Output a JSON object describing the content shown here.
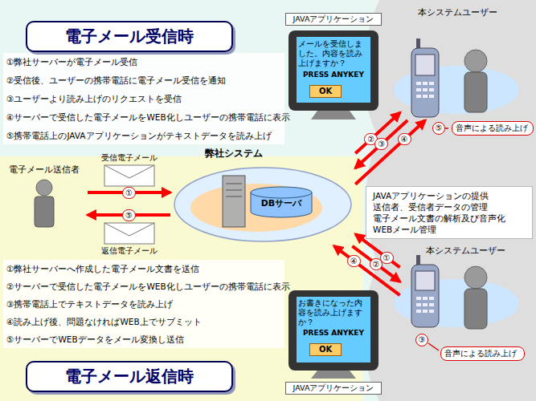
{
  "diagram": {
    "nodes": [
      {
        "text": [
          "電子メール受信時"
        ]
      },
      {
        "text": [
          "JAVAアプリケーション",
          "メールを受信しました。内容を読み上げますか？",
          "PRESS ANYKEY"
        ]
      },
      {
        "text": [
          "OK"
        ],
        "in": 1
      },
      {
        "text": [
          "本システムユーザー"
        ]
      },
      {
        "text": [
          "音声による読み上げ"
        ]
      },
      {
        "text": [
          "電子メール送信者"
        ]
      },
      {
        "text": [
          "受信電子メール"
        ]
      },
      {
        "text": [
          "弊社システム"
        ]
      },
      {
        "text": [
          "DBサーバ"
        ],
        "in": 7
      },
      {
        "text": [
          "JAVAアプリケーションの提供",
          "送信者、受信者データの管理",
          "電子メール文書の解析及び音声化",
          "WEBメール管理"
        ]
      },
      {
        "text": [
          "返信電子メール"
        ]
      },
      {
        "text": [
          "本システムユーザー"
        ]
      },
      {
        "text": [
          "お書きになった内容を読み上げますか？",
          "PRESS ANYKEY",
          "JAVAアプリケーション"
        ]
      },
      {
        "text": [
          "OK"
        ],
        "in": 12
      },
      {
        "text": [
          "音声による読み上げ"
        ]
      },
      {
        "text": [
          "電子メール返信時"
        ]
      }
    ],
    "edges": [
      {
        "from": 5,
        "to": 7,
        "label": "①",
        "arrow": "to"
      },
      {
        "from": 7,
        "to": 5,
        "label": "⑤",
        "arrow": "to"
      },
      {
        "from": 7,
        "to": 3,
        "label": "②",
        "arrow": "to"
      },
      {
        "from": 3,
        "to": 7,
        "label": "③",
        "arrow": "to"
      },
      {
        "from": 7,
        "to": 3,
        "label": "④",
        "arrow": "to"
      },
      {
        "from": 11,
        "to": 7,
        "label": "①",
        "arrow": "to"
      },
      {
        "from": 7,
        "to": 11,
        "label": "②",
        "arrow": "to"
      },
      {
        "from": 11,
        "to": 7,
        "label": "④",
        "arrow": "to"
      }
    ],
    "labels": [
      "①弊社サーバーが電子メール受信",
      "②受信後、ユーザーの携帯電話に電子メール受信を通知",
      "③ユーザーより読み上げのリクエストを受信",
      "④サーバーで受信した電子メールをWEB化しユーザーの携帯電話に表示",
      "⑤携帯電話上のJAVAアプリケーションがテキストデータを読み上げ",
      "⑤",
      "③",
      "①弊社サーバーへ作成した電子メール文書を送信",
      "②サーバーで受信した電子メールをWEB化しユーザーの携帯電話に表示",
      "③携帯電話上でテキストデータを読み上げ",
      "④読み上げ後、問題なければWEB上でサブミット",
      "⑤サーバーでWEBデータをメール変換し送信"
    ]
  }
}
